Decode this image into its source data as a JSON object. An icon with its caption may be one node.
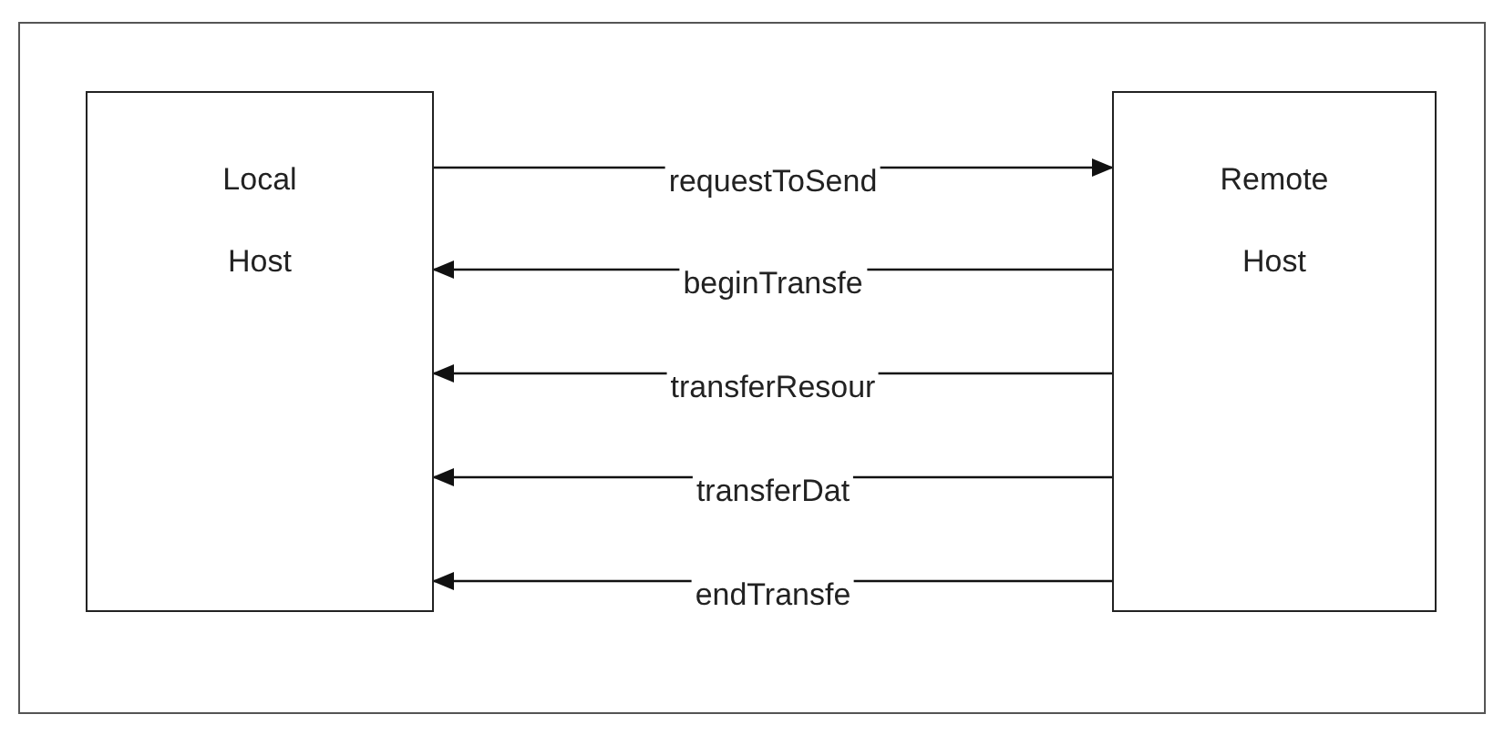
{
  "diagram": {
    "nodes": [
      {
        "text": [
          "Local Host"
        ]
      },
      {
        "text": [
          "Remote Host"
        ]
      }
    ],
    "edges": [
      {
        "from": 0,
        "to": 1,
        "arrow": "to",
        "label": "requestToSend"
      },
      {
        "from": 1,
        "to": 0,
        "arrow": "to",
        "label": "beginTransfe"
      },
      {
        "from": 1,
        "to": 0,
        "arrow": "to",
        "label": "transferResour"
      },
      {
        "from": 1,
        "to": 0,
        "arrow": "to",
        "label": "transferDat"
      },
      {
        "from": 1,
        "to": 0,
        "arrow": "to",
        "label": "endTransfe"
      }
    ]
  }
}
